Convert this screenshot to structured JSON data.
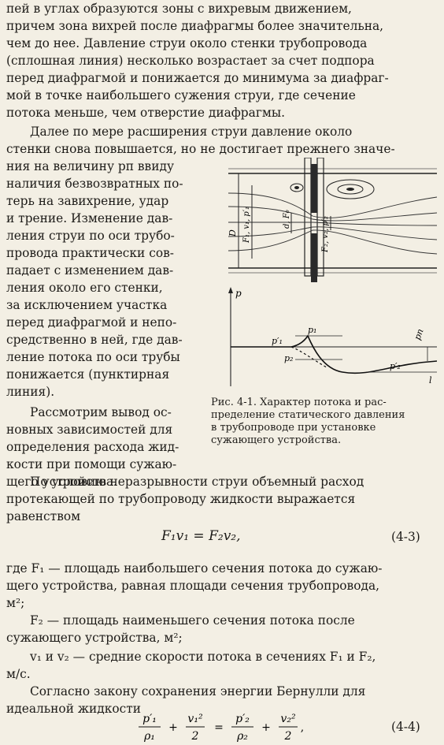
{
  "top_lines": [
    "пей в углах образуются зоны с вихревым движением,",
    "причем зона вихрей после диафрагмы более значительна,",
    "чем до нее. Давление струи около стенки трубопровода",
    "(сплошная линия) несколько возрастает за счет подпора",
    "перед диафрагмой и понижается до минимума за диафраг-",
    "мой в точке наибольшего сужения струи, где сечение",
    "потока меньше, чем отверстие диафрагмы.",
    "Далее по мере расширения струи давление около",
    "стенки снова повышается, но не достигает прежнего значе-"
  ],
  "wrap_lines": [
    "ния на величину pп ввиду",
    "наличия безвозвратных по-",
    "терь на завихрение, удар",
    "и трение. Изменение дав-",
    "ления струи по оси трубо-",
    "провода практически сов-",
    "падает с изменением дав-",
    "ления около его стенки,",
    "за исключением участка",
    "перед диафрагмой и непо-",
    "средственно в ней, где дав-",
    "ление потока по оси трубы",
    "понижается   (пунктирная",
    "линия).",
    "Рассмотрим вывод ос-",
    "новных зависимостей для",
    "определения расхода жид-",
    "кости при помощи сужаю-",
    "щего устройства."
  ],
  "caption_lines": [
    "Рис. 4-1. Характер потока и рас-",
    "пределение статического давления",
    "в трубопроводе при установке",
    "сужающего устройства."
  ],
  "bottom_lines": [
    "По условию неразрывности струи объемный расход",
    "протекающей по трубопроводу жидкости выражается",
    "равенством"
  ],
  "eq_43": {
    "lhs": "F₁v₁ = F₂v₂,",
    "number": "(4-3)"
  },
  "where_lines": [
    "где F₁ — площадь наибольшего сечения потока до сужаю-",
    "щего устройства, равная площади сечения трубопровода,",
    "м²;",
    "F₂ — площадь наименьшего сечения потока после",
    "сужающего устройства, м²;",
    "v₁ и v₂ — средние скорости потока в сечениях F₁ и F₂,",
    "м/с.",
    "Согласно закону сохранения энергии Бернулли для",
    "идеальной жидкости"
  ],
  "eq_44": {
    "n1": "p′₁",
    "d1": "ρ₁",
    "n2": "v₁²",
    "d2": "2",
    "n3": "p′₂",
    "d3": "ρ₂",
    "n4": "v₂²",
    "d4": "2",
    "number": "(4-4)"
  },
  "figure_labels": {
    "D": "D",
    "F1v1p1": "F₁, v₁, p′₁",
    "dfo": "d, F₀",
    "F2v2p2": "F₂, v₂, p′₂",
    "p_axis": "p",
    "p1prime": "p′₁",
    "p1": "p₁",
    "p2": "p₂",
    "p2prime": "p′₂",
    "pn": "pп",
    "l_axis": "l"
  }
}
